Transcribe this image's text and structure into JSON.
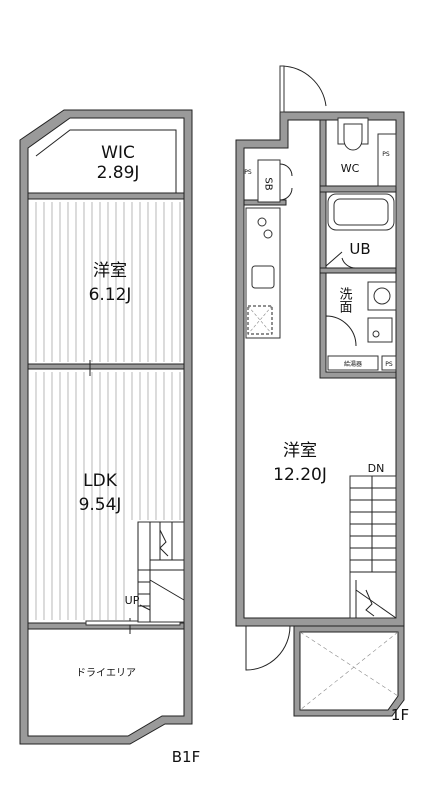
{
  "floor_b1": {
    "floor_label": "B1F",
    "rooms": [
      {
        "name": "WIC",
        "size": "2.89J"
      },
      {
        "name": "洋室",
        "size": "6.12J"
      },
      {
        "name": "LDK",
        "size": "9.54J"
      }
    ],
    "dry_area": "ドライエリア",
    "stair_label": "UP"
  },
  "floor_1": {
    "floor_label": "1F",
    "room": {
      "name": "洋室",
      "size": "12.20J"
    },
    "stair_label": "DN",
    "wc": "WC",
    "ub": "UB",
    "washroom": "洗面",
    "sb": "SB",
    "ps_left": "PS",
    "ps_top": "PS",
    "ps_bottom": "PS",
    "water_heater": "給湯器"
  }
}
